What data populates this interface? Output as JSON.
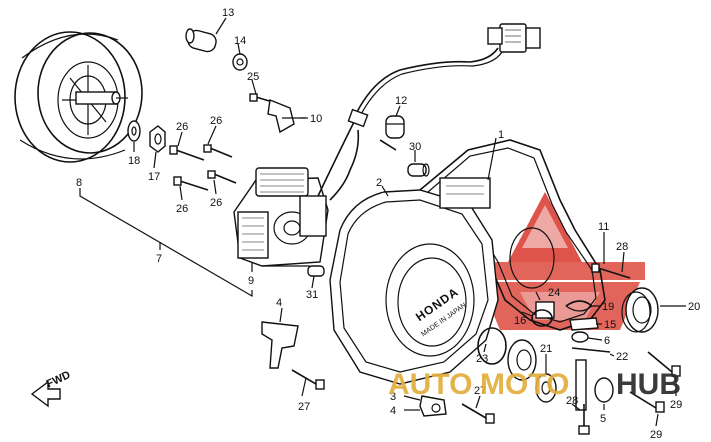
{
  "diagram": {
    "forward_label": "FWD",
    "brand_text": "HONDA",
    "made_in_text": "MADE IN JAPAN",
    "watermark": {
      "auto": "AUTO",
      "moto": "MOTO",
      "hub": "HUB",
      "red": "#d9362b",
      "gold": "#e3ad3c",
      "dark": "#2b2b2b"
    },
    "part_numbers": {
      "p13": "13",
      "p14": "14",
      "p25": "25",
      "p10": "10",
      "p12": "12",
      "p1": "1",
      "p30": "30",
      "p2": "2",
      "p26a": "26",
      "p26b": "26",
      "p26c": "26",
      "p26d": "26",
      "p18": "18",
      "p17": "17",
      "p8": "8",
      "p7": "7",
      "p9": "9",
      "p31": "31",
      "p11": "11",
      "p28a": "28",
      "p20": "20",
      "p24": "24",
      "p19": "19",
      "p15": "15",
      "p16": "16",
      "p6": "6",
      "p21": "21",
      "p22": "22",
      "p23": "23",
      "p4a": "4",
      "p27a": "27",
      "p27b": "27",
      "p3": "3",
      "p4b": "4",
      "p28b": "28",
      "p5": "5",
      "p29a": "29",
      "p29b": "29"
    }
  }
}
